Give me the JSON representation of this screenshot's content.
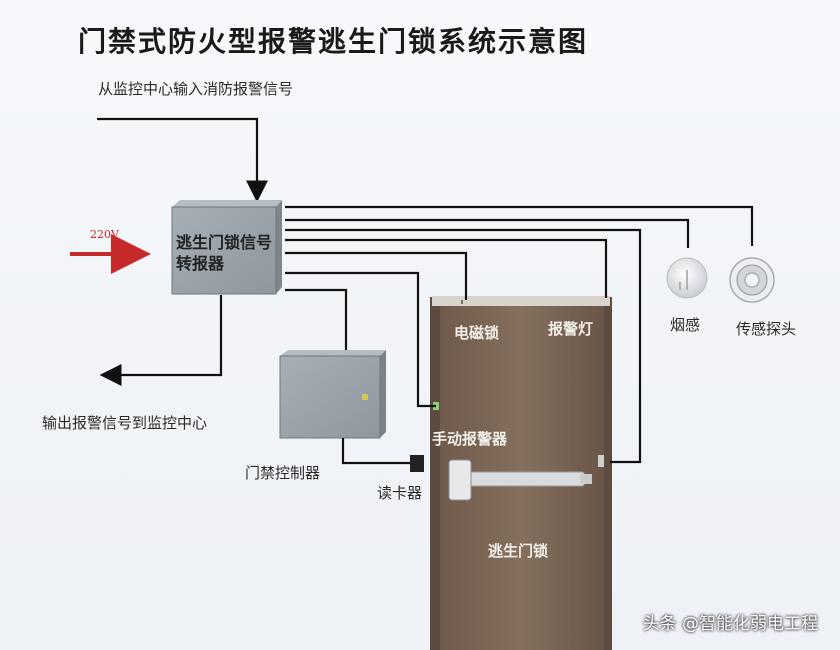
{
  "title": "门禁式防火型报警逃生门锁系统示意图",
  "labels": {
    "input_signal": "从监控中心输入消防报警信号",
    "power": "220V",
    "converter_line1": "逃生门锁信号",
    "converter_line2": "转报器",
    "output_signal": "输出报警信号到监控中心",
    "access_controller": "门禁控制器",
    "card_reader": "读卡器",
    "magnetic_lock": "电磁锁",
    "alarm_light": "报警灯",
    "manual_alarm": "手动报警器",
    "escape_lock": "逃生门锁",
    "smoke_detector": "烟感",
    "sensor_probe": "传感探头"
  },
  "watermark": "头条 @智能化弱电工程",
  "colors": {
    "power_arrow": "#c62a2a",
    "door": "#7b6554",
    "box": "#9aa4ab",
    "wire": "#111111"
  }
}
